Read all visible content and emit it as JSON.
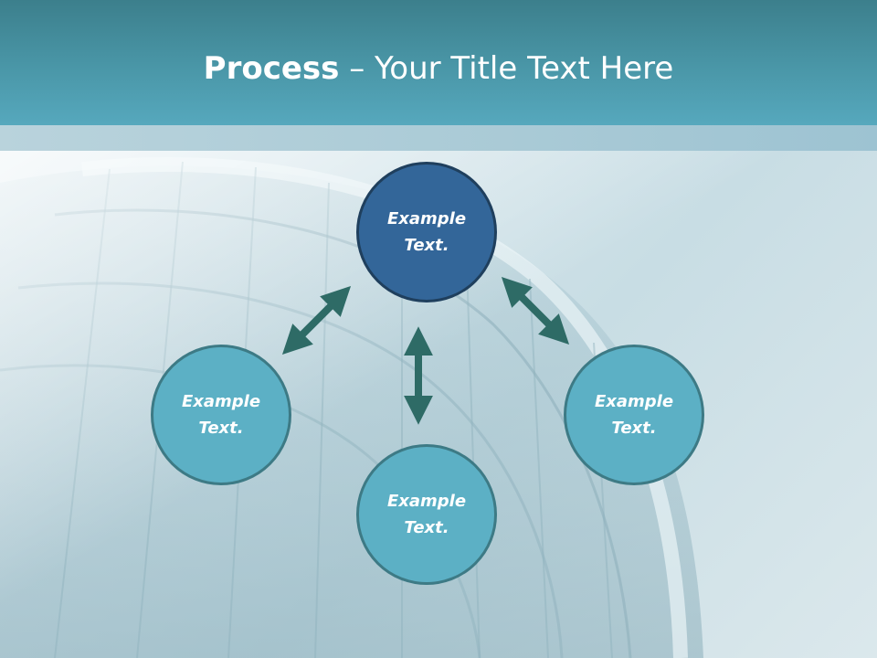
{
  "slide": {
    "title_bold": "Process",
    "title_separator": " – ",
    "title_rest": "Your Title Text Here"
  },
  "nodes": {
    "top": {
      "label": "Example Text."
    },
    "left": {
      "label": "Example Text."
    },
    "right": {
      "label": "Example Text."
    },
    "bottom": {
      "label": "Example Text."
    }
  },
  "colors": {
    "header": "#4a97a8",
    "node_primary": "#336699",
    "node_secondary": "#5cb0c5",
    "arrow": "#2e6b66"
  }
}
